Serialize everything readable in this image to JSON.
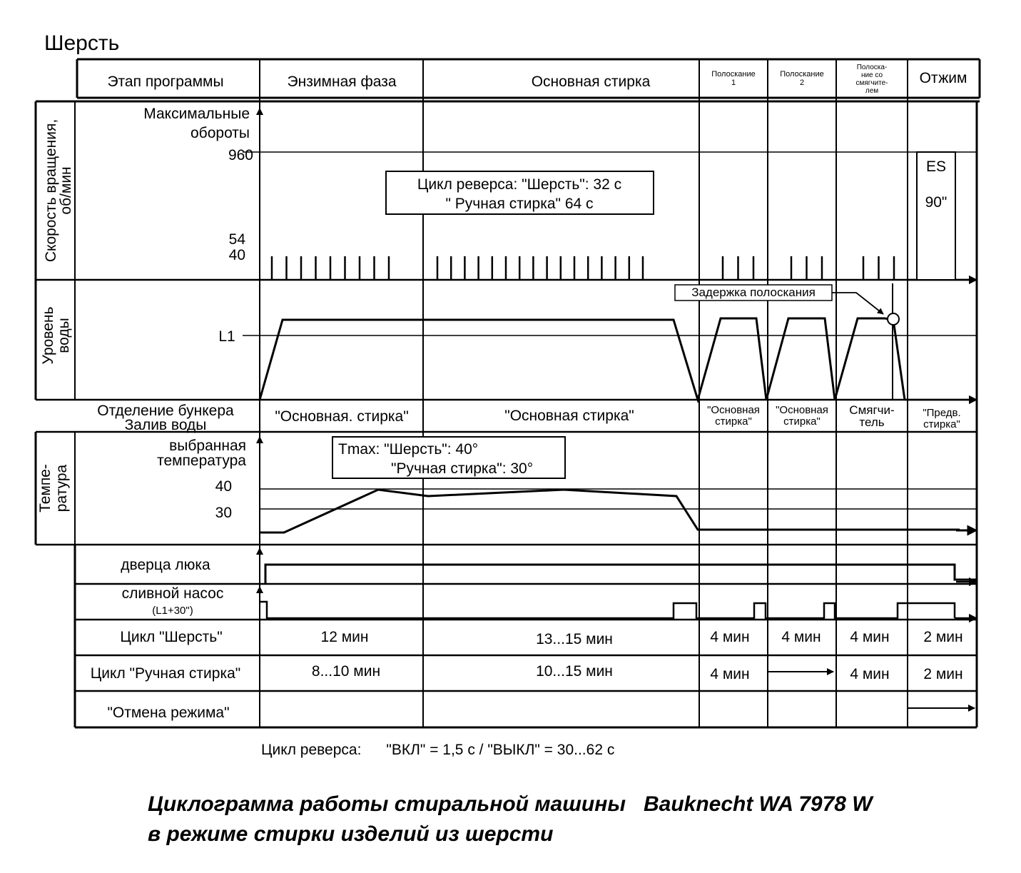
{
  "title": "Шерсть",
  "header": {
    "label": "Этап программы",
    "phases": [
      "Энзимная фаза",
      "Основная стирка",
      "Отжим"
    ],
    "rinse1": [
      "Полоскание",
      "1"
    ],
    "rinse2": [
      "Полоскание",
      "2"
    ],
    "rinse3": [
      "Полоска-",
      "ние со",
      "смягчите-",
      "лем"
    ]
  },
  "speed": {
    "axis_label": [
      "Скорость вращения,",
      "об/мин"
    ],
    "max_label": [
      "Максимальные",
      "обороты"
    ],
    "ticks": [
      "960",
      "54",
      "40"
    ],
    "note": [
      "Цикл реверса: \"Шерсть\": 32 с",
      "\" Ручная стирка\" 64 с"
    ],
    "es": [
      "ES",
      "90\""
    ],
    "pulses_enzyme": 9,
    "pulses_main": 16,
    "pulses_rinse": 3
  },
  "water": {
    "axis_label": [
      "Уровень",
      "воды"
    ],
    "level_label": "L1",
    "delay_label": "Задержка полоскания"
  },
  "dispenser": {
    "label": [
      "Отделение бункера",
      "Залив воды"
    ],
    "enzyme": "\"Основная. стирка\"",
    "main": "\"Основная стирка\"",
    "rinse1": [
      "\"Основная",
      "стирка\""
    ],
    "rinse2": [
      "\"Основная",
      "стирка\""
    ],
    "rinse3": [
      "Смягчи-",
      "тель"
    ],
    "spin": [
      "\"Предв.",
      "стирка\""
    ]
  },
  "temperature": {
    "axis_label": [
      "Темпе-",
      "ратура"
    ],
    "selected_label": [
      "выбранная",
      "температура"
    ],
    "ticks": [
      "40",
      "30"
    ],
    "note": [
      "Tmax: \"Шерсть\":  40°",
      "\"Ручная стирка\": 30°"
    ]
  },
  "door": {
    "label": "дверца люка"
  },
  "pump": {
    "label": [
      "сливной насос",
      "(L1+30\")"
    ]
  },
  "cycles": [
    {
      "label": "Цикл \"Шерсть\"",
      "enzyme": "12 мин",
      "main": "13...15 мин",
      "r1": "4 мин",
      "r2": "4 мин",
      "r3": "4 мин",
      "spin": "2 мин"
    },
    {
      "label": "Цикл \"Ручная стирка\"",
      "enzyme": "8...10 мин",
      "main": "10...15 мин",
      "r1": "4 мин",
      "r2": "",
      "r3": "4 мин",
      "spin": "2 мин"
    },
    {
      "label": "\"Отмена режима\"",
      "enzyme": "",
      "main": "",
      "r1": "",
      "r2": "",
      "r3": "",
      "spin": ""
    }
  ],
  "footer": "Цикл реверса:      \"ВКЛ\" = 1,5 с / \"ВЫКЛ\" = 30...62 с",
  "caption": [
    "Циклограмма работы стиральной машины   Bauknecht WA 7978 W",
    "в режиме стирки изделий из шерсти"
  ]
}
